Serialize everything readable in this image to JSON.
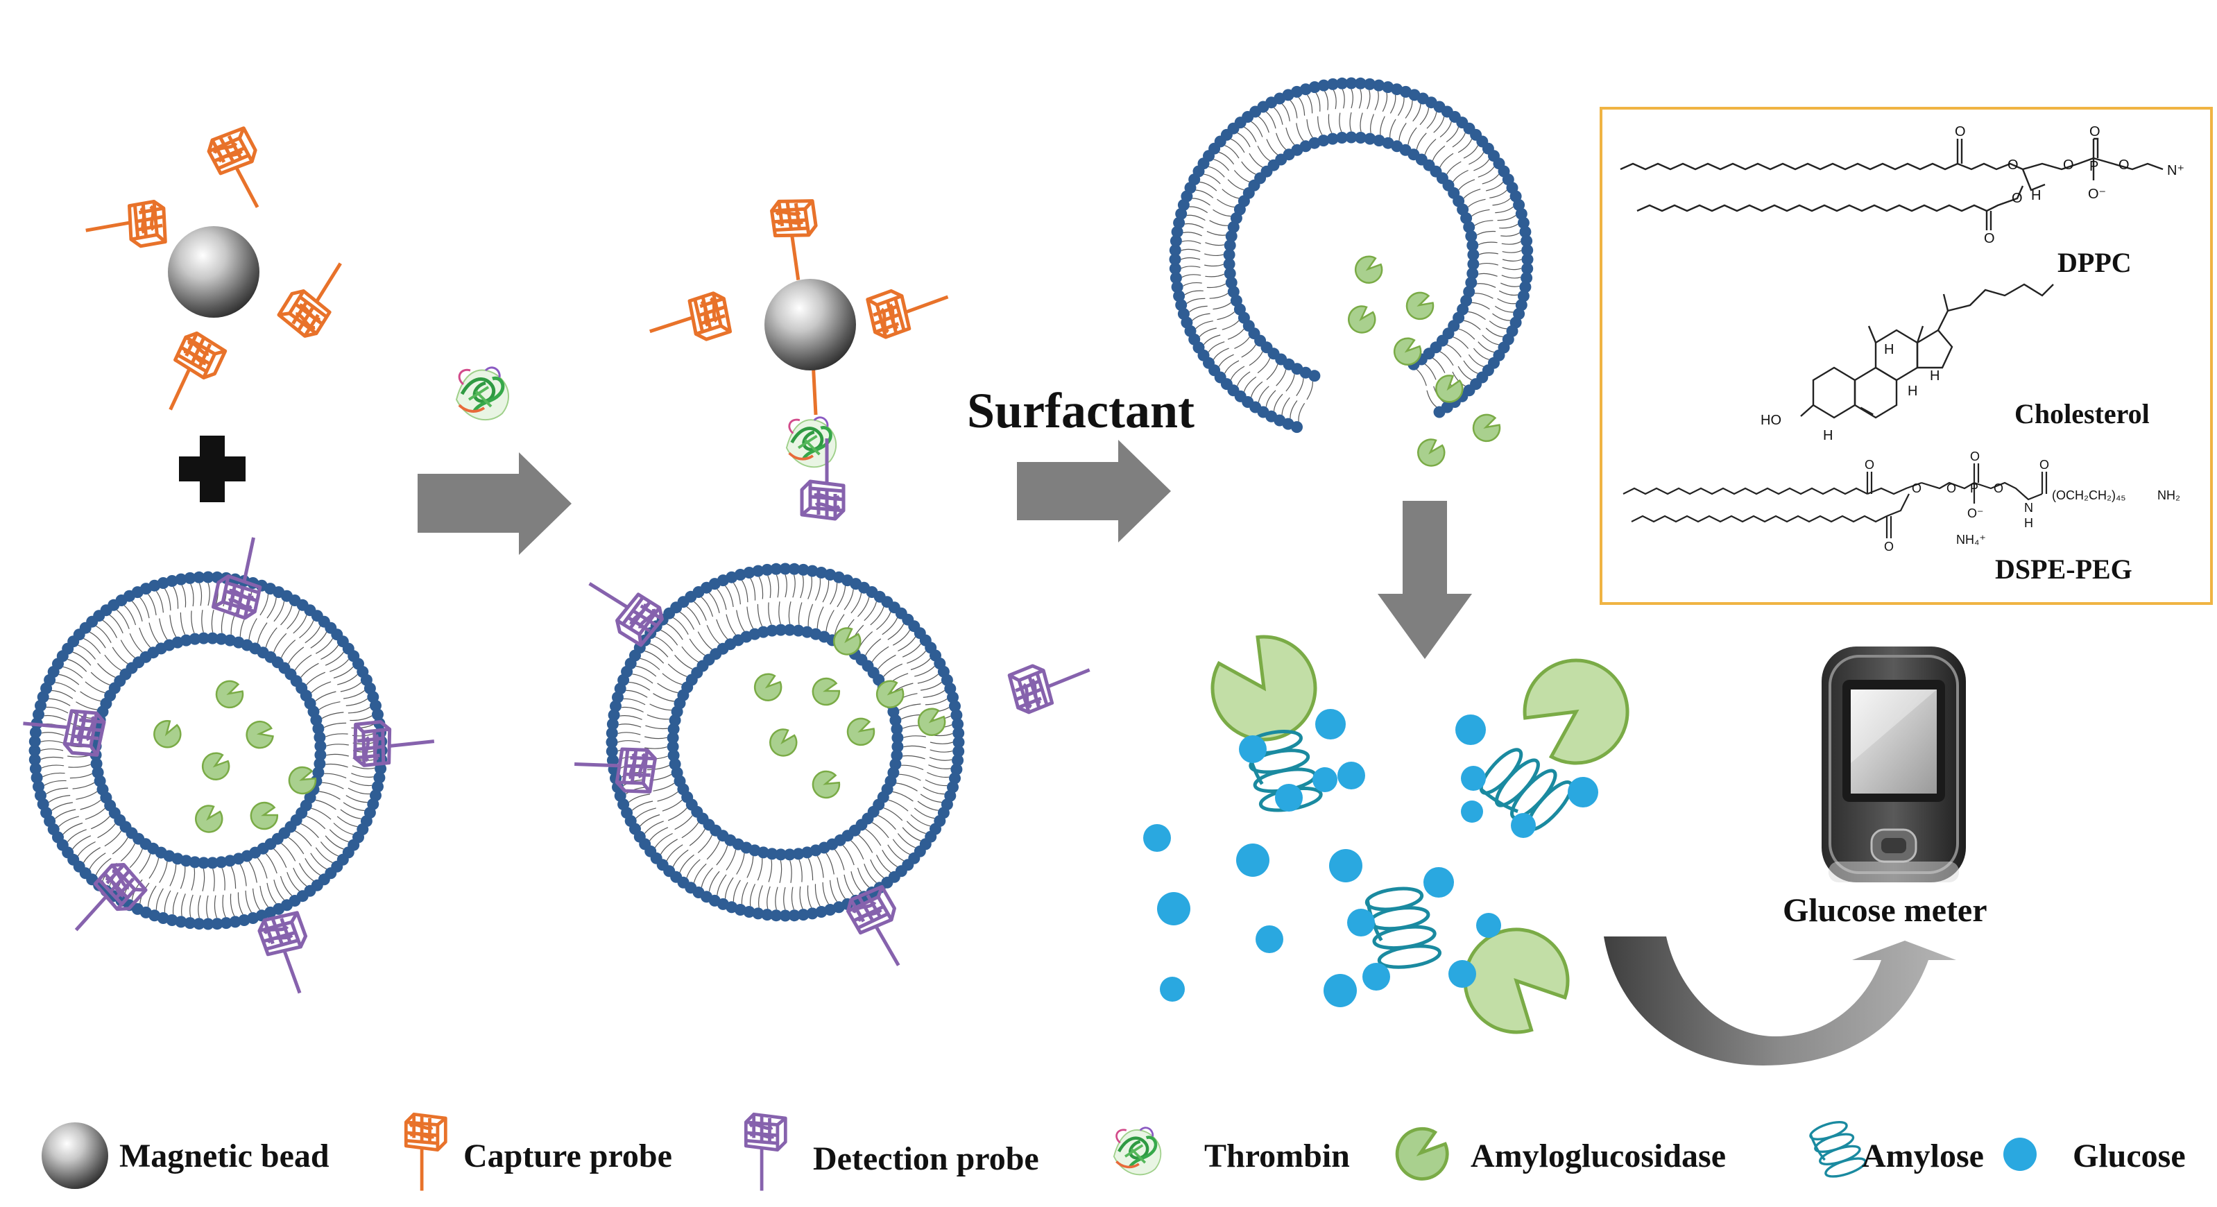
{
  "step_labels": {
    "surfactant": "Surfactant",
    "glucose_meter": "Glucose meter"
  },
  "structures": {
    "dppc": "DPPC",
    "cholesterol": "Cholesterol",
    "dspe_peg": "DSPE-PEG",
    "atoms": {
      "o": "O",
      "o_minus": "O⁻",
      "p": "P",
      "n_plus": "N⁺",
      "h": "H",
      "ho": "HO",
      "n": "N",
      "peg_formula": "(OCH₂CH₂)₄₅",
      "nh2": "NH₂",
      "nh4": "NH₄⁺"
    }
  },
  "legend": {
    "magnetic_bead": "Magnetic bead",
    "capture_probe": "Capture probe",
    "detection_probe": "Detection probe",
    "thrombin": "Thrombin",
    "amyloglucosidase": "Amyloglucosidase",
    "amylose": "Amylose",
    "glucose": "Glucose"
  },
  "colors": {
    "membrane_head": "#2f5d94",
    "capture_probe": "#e8722a",
    "detection_probe": "#8662ad",
    "amyloglucosidase_fill": "#a9d08e",
    "amyloglucosidase_edge": "#7aab46",
    "amylose": "#1a8aa0",
    "glucose": "#2aa8e0",
    "arrow": "#7f7f7f",
    "box_border": "#f0b443"
  }
}
